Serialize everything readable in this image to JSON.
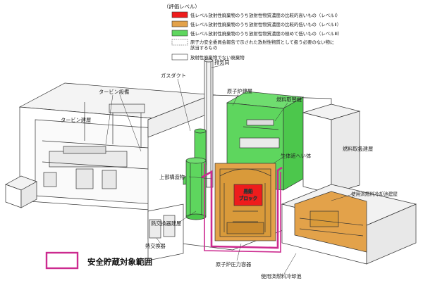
{
  "legend": {
    "title": "（評価レベル）",
    "items": [
      {
        "color": "#ee1c1c",
        "text": "低レベル放射性廃棄物のうち放射性物質濃度の比較的高いもの（レベルⅠ）"
      },
      {
        "color": "#e3a24a",
        "text": "低レベル放射性廃棄物のうち放射性物質濃度の比較的低いもの（レベルⅡ）"
      },
      {
        "color": "#5ed65e",
        "text": "低レベル放射性廃棄物のうち放射性物質濃度の極めて低いもの（レベルⅢ）"
      },
      {
        "color": "#ffffff",
        "text": "原子力安全委員会報告で示された放射性物質として扱う必要のない物に該当するもの",
        "dotted": true
      },
      {
        "color": "#ffffff",
        "text": "放射性廃棄物でない廃棄物"
      }
    ]
  },
  "labels": {
    "exhaust_stack": "排気筒",
    "gas_duct": "ガスダクト",
    "turbine_equipment": "タービン設備",
    "turbine_building": "タービン建屋",
    "reactor_building": "原子炉建屋",
    "fuel_exchanger": "燃料取替機",
    "bio_shield": "生体遮へい体",
    "fuel_handling_building": "燃料取扱建屋",
    "upper_structure": "上部構造物",
    "core_block": "黒鉛ブロック",
    "spent_fuel_pool_building": "使用済燃料冷却池建屋",
    "heat_exchanger_building": "熱交換器建屋",
    "heat_exchanger": "熱交換器",
    "pressure_vessel": "原子炉圧力容器",
    "spent_fuel_pool": "使用済燃料冷却池"
  },
  "legend_box": {
    "label": "安全貯蔵対象範囲",
    "color": "#cc2a8f"
  }
}
